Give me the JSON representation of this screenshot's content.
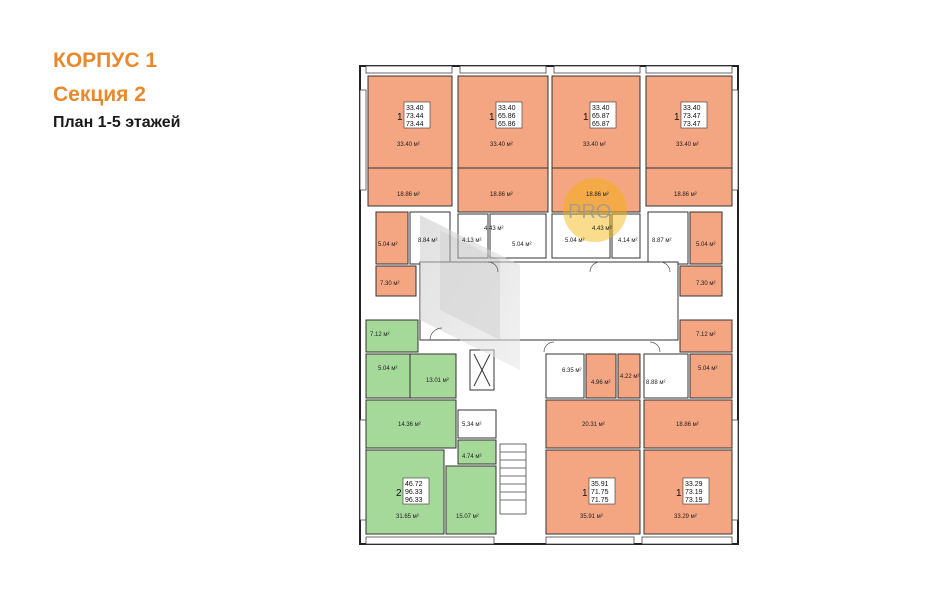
{
  "header": {
    "building": "КОРПУС 1",
    "section": "Секция 2",
    "plan": "План 1-5 этажей"
  },
  "colors": {
    "accent": "#e9892d",
    "orange_apartment": "#f4a582",
    "green_apartment": "#a5d99a",
    "wall": "#222222",
    "watermark": "#f5b400"
  },
  "watermark": {
    "text": "PRO"
  },
  "apartments": [
    {
      "rooms": "1",
      "a1": "33.40",
      "a2": "73.44",
      "a3": "73.44"
    },
    {
      "rooms": "1",
      "a1": "33.40",
      "a2": "65.86",
      "a3": "65.86"
    },
    {
      "rooms": "1",
      "a1": "33.40",
      "a2": "65.87",
      "a3": "65.87"
    },
    {
      "rooms": "1",
      "a1": "33.40",
      "a2": "73.47",
      "a3": "73.47"
    },
    {
      "rooms": "2",
      "a1": "46.72",
      "a2": "96.33",
      "a3": "96.33"
    },
    {
      "rooms": "1",
      "a1": "35.91",
      "a2": "71.75",
      "a3": "71.75"
    },
    {
      "rooms": "1",
      "a1": "33.29",
      "a2": "73.19",
      "a3": "73.19"
    }
  ],
  "areas": {
    "a01": "33.40 м²",
    "a02": "33.40 м²",
    "a03": "33.40 м²",
    "a04": "33.40 м²",
    "a05": "18.86 м²",
    "a06": "18.86 м²",
    "a07": "18.86 м²",
    "a08": "18.86 м²",
    "a09": "5.04 м²",
    "a10": "8.84 м²",
    "a11": "4.13 м²",
    "a12": "4.43 м²",
    "a13": "5.04 м²",
    "a14": "5.04 м²",
    "a15": "4.43 м²",
    "a16": "4.14 м²",
    "a17": "8.87 м²",
    "a18": "5.04 м²",
    "a19": "7.30 м²",
    "a20": "7.30 м²",
    "a21": "7.12 м²",
    "a22": "7.12 м²",
    "a23": "5.04 м²",
    "a24": "13.01 м²",
    "a25": "6.35 м²",
    "a26": "4.96 м²",
    "a27": "4.22 м²",
    "a28": "8.88 м²",
    "a29": "5.04 м²",
    "a30": "14.36 м²",
    "a31": "5.34 м²",
    "a32": "20.31 м²",
    "a33": "18.86 м²",
    "a34": "4.74 м²",
    "a35": "31.65 м²",
    "a36": "15.07 м²",
    "a37": "35.91 м²",
    "a38": "33.29 м²"
  }
}
